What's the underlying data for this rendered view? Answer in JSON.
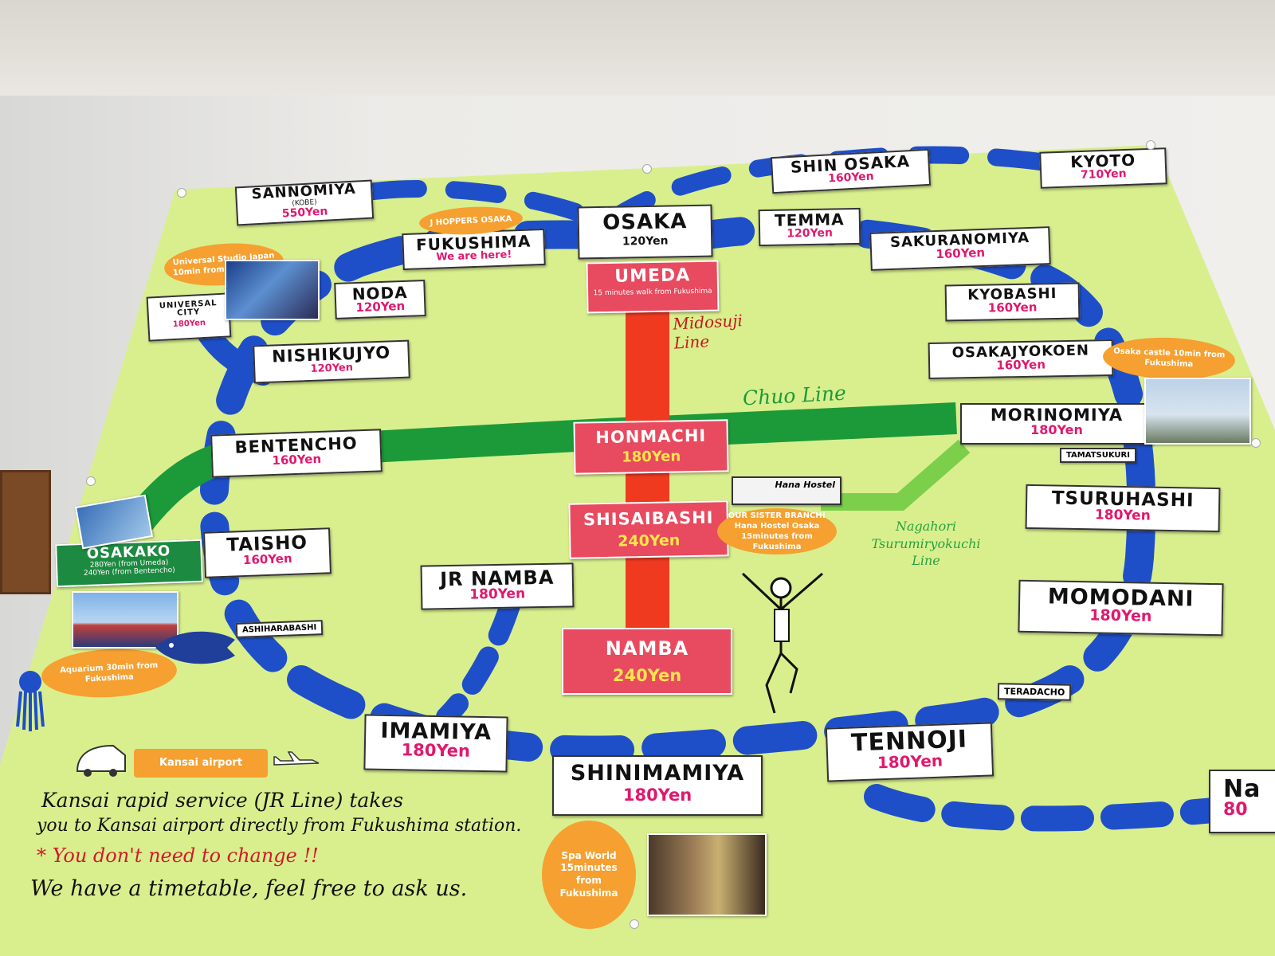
{
  "stations": {
    "sannomiya": {
      "name": "SANNOMIYA",
      "sub": "(KOBE)",
      "price": "550Yen"
    },
    "osaka": {
      "name": "OSAKA",
      "price": "120Yen"
    },
    "fukushima": {
      "name": "FUKUSHIMA",
      "price": "We are here!"
    },
    "shin_osaka": {
      "name": "SHIN OSAKA",
      "price": "160Yen"
    },
    "kyoto": {
      "name": "KYOTO",
      "price": "710Yen"
    },
    "temma": {
      "name": "TEMMA",
      "price": "120Yen"
    },
    "sakuranomiya": {
      "name": "SAKURANOMIYA",
      "price": "160Yen"
    },
    "kyobashi": {
      "name": "KYOBASHI",
      "price": "160Yen"
    },
    "osakajyokoen": {
      "name": "OSAKAJYOKOEN",
      "price": "160Yen"
    },
    "morinomiya": {
      "name": "MORINOMIYA",
      "price": "180Yen"
    },
    "tamatsukuri": {
      "name": "TAMATSUKURI"
    },
    "tsuruhashi": {
      "name": "TSURUHASHI",
      "price": "180Yen"
    },
    "momodani": {
      "name": "MOMODANI",
      "price": "180Yen"
    },
    "teradacho": {
      "name": "TERADACHO"
    },
    "tennoji": {
      "name": "TENNOJI",
      "price": "180Yen"
    },
    "shinimamiya": {
      "name": "SHINIMAMIYA",
      "price": "180Yen"
    },
    "imamiya": {
      "name": "IMAMIYA",
      "price": "180Yen"
    },
    "ashiharabashi": {
      "name": "ASHIHARABASHI"
    },
    "taisho": {
      "name": "TAISHO",
      "price": "160Yen"
    },
    "bentencho": {
      "name": "BENTENCHO",
      "price": "160Yen"
    },
    "nishikujyo": {
      "name": "NISHIKUJYO",
      "price": "120Yen"
    },
    "noda": {
      "name": "NODA",
      "price": "120Yen"
    },
    "universal_city": {
      "name": "UNIVERSAL CITY",
      "price": "180Yen"
    },
    "umeda": {
      "name": "UMEDA",
      "sub": "15 minutes walk from Fukushima"
    },
    "honmachi": {
      "name": "HONMACHI",
      "price": "180Yen"
    },
    "shinsaibashi": {
      "name": "SHISAIBASHI",
      "price": "240Yen"
    },
    "namba": {
      "name": "NAMBA",
      "price": "240Yen"
    },
    "jr_namba": {
      "name": "JR NAMBA",
      "price": "180Yen"
    },
    "osakako": {
      "name": "OSAKAKO",
      "sub1": "280Yen (from Umeda)",
      "sub2": "240Yen (from Bentencho)"
    },
    "cutoff": {
      "name": "Na",
      "price": "80"
    }
  },
  "lines": {
    "midosuji": "Midosuji Line",
    "chuo": "Chuo Line",
    "nagahori": "Nagahori Tsurumiryokuchi Line"
  },
  "notes": {
    "j_hoppers": "J HOPPERS OSAKA",
    "usj": "Universal Studio Japan 10min from Fukushima",
    "osaka_castle": "Osaka castle 10min from Fukushima",
    "aquarium": "Aquarium 30min from Fukushima",
    "sister": "OUR SISTER BRANCH! Hana Hostel Osaka 15minutes from Fukushima",
    "hana_card": "Hana Hostel",
    "spa_world": "Spa World 15minutes from Fukushima",
    "kansai_airport": "Kansai airport"
  },
  "message": {
    "line1": "Kansai rapid service (JR Line) takes",
    "line2": "you to Kansai airport directly from Fukushima station.",
    "line3": "* You don't need to change !!",
    "line4": "We have a timetable, feel free to ask us."
  },
  "colors": {
    "poster": "#d9ef8e",
    "loop_blue": "#1f4fc8",
    "midosuji_red": "#ef3a20",
    "chuo_green": "#1c9a3a",
    "nagahori_green": "#7ccf4a"
  }
}
